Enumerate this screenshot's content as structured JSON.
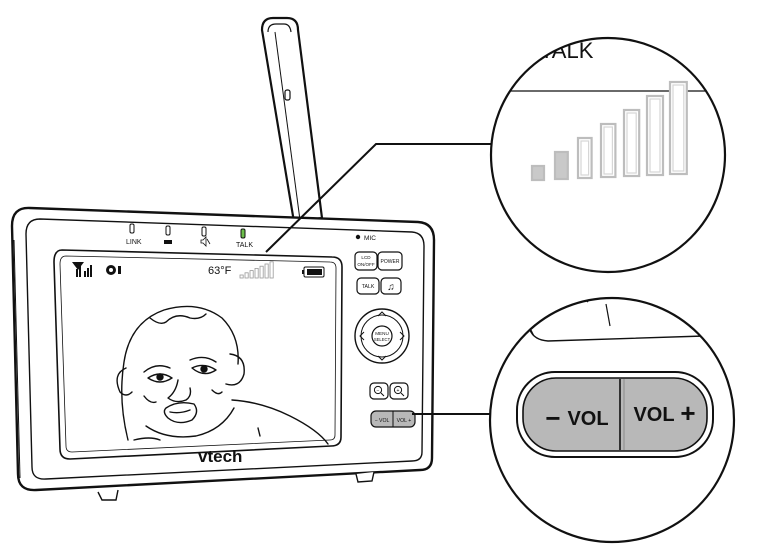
{
  "indicators": {
    "link": "LINK",
    "talk": "TALK",
    "mic": "MIC"
  },
  "screen": {
    "temperature": "63°F"
  },
  "buttons": {
    "lcd_on_off": [
      "LCD",
      "ON/OFF"
    ],
    "power": "POWER",
    "talk": "TALK",
    "music_glyph": "♫",
    "menu": "MENU",
    "select": "SELECT",
    "zoom_out_glyph": "−",
    "zoom_in_glyph": "+",
    "vol_minus": "− VOL",
    "vol_plus": "VOL +"
  },
  "brand": "vtech",
  "callout_talk": {
    "label": "TALK",
    "level_bars_total": 7
  },
  "callout_volume": {
    "minus_sign": "−",
    "minus_label": "VOL",
    "plus_label": "VOL",
    "plus_sign": "+"
  }
}
